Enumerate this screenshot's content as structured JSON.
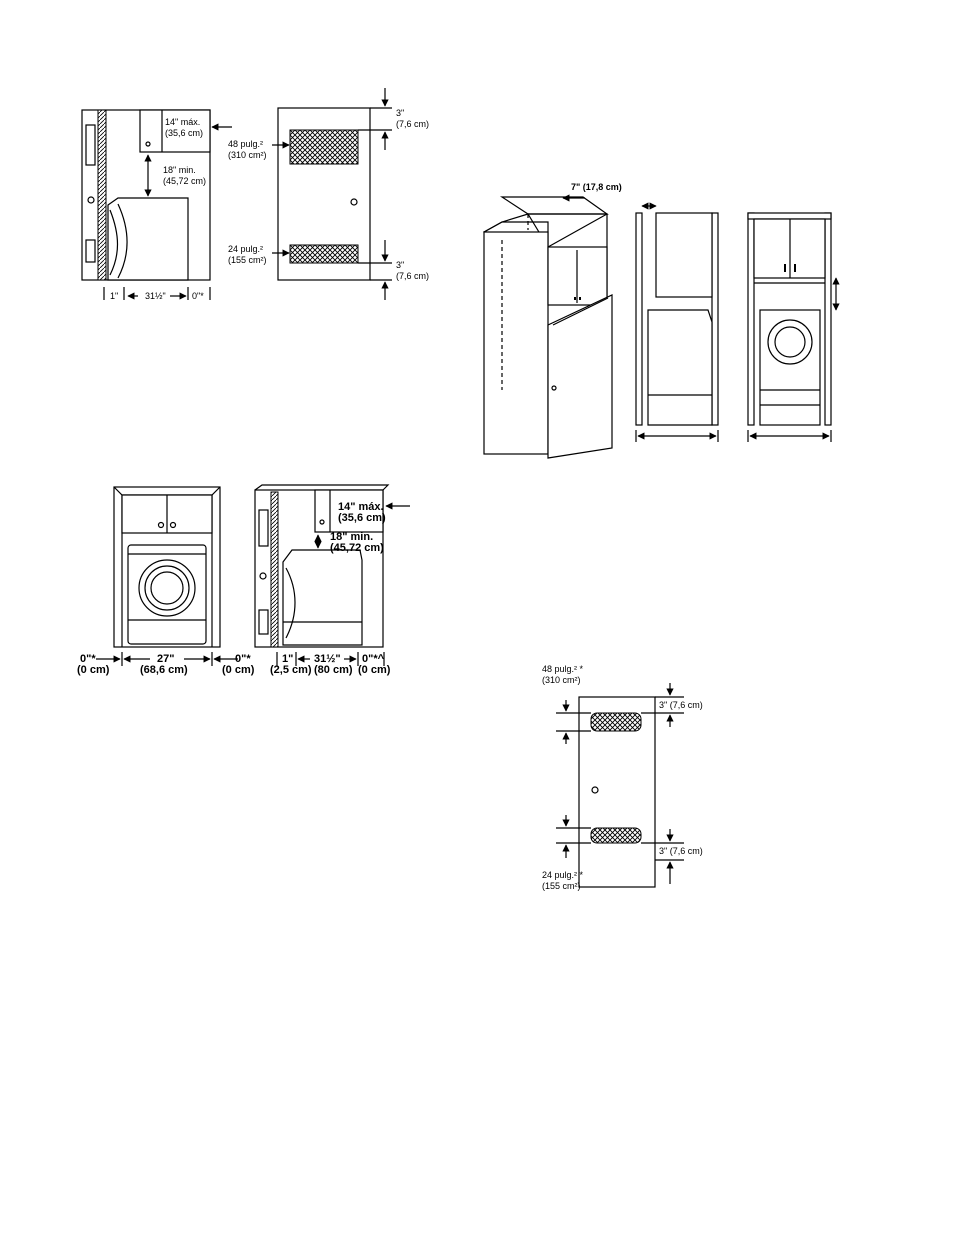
{
  "fig1": {
    "top_gap": "14\" máx.",
    "top_gap_cm": "(35,6 cm)",
    "vert_gap": "18\" min.",
    "vert_gap_cm": "(45,72 cm)",
    "dim_left": "1\"",
    "dim_mid": "31½\"",
    "dim_right": "0\"*"
  },
  "fig2": {
    "top_margin": "3\"",
    "top_margin_cm": "(7,6 cm)",
    "upper_vent": "48 pulg.²",
    "upper_vent_cm": "(310 cm²)",
    "lower_vent": "24 pulg.²",
    "lower_vent_cm": "(155 cm²)",
    "bottom_margin": "3\"",
    "bottom_margin_cm": "(7,6 cm)"
  },
  "fig3": {
    "top_dim": "7\" (17,8 cm)"
  },
  "fig4": {
    "left_gap": "0\"*",
    "left_gap_cm": "(0 cm)",
    "width": "27\"",
    "width_cm": "(68,6 cm)",
    "right_gap": "0\"*",
    "right_gap_cm": "(0 cm)"
  },
  "fig5": {
    "top_gap": "14\" máx.",
    "top_gap_cm": "(35,6 cm)",
    "vert_gap": "18\" min.",
    "vert_gap_cm": "(45,72 cm)",
    "dim_left": "1\"",
    "dim_left_cm": "(2,5 cm)",
    "dim_mid": "31½\"",
    "dim_mid_cm": "(80 cm)",
    "dim_right": "0\"*^",
    "dim_right_cm": "(0 cm)"
  },
  "fig6": {
    "upper_vent": "48 pulg.² *",
    "upper_vent_cm": "(310 cm²)",
    "top_margin": "3\" (7,6 cm)",
    "bottom_margin": "3\" (7,6 cm)",
    "lower_vent": "24 pulg.² *",
    "lower_vent_cm": "(155 cm²)"
  }
}
